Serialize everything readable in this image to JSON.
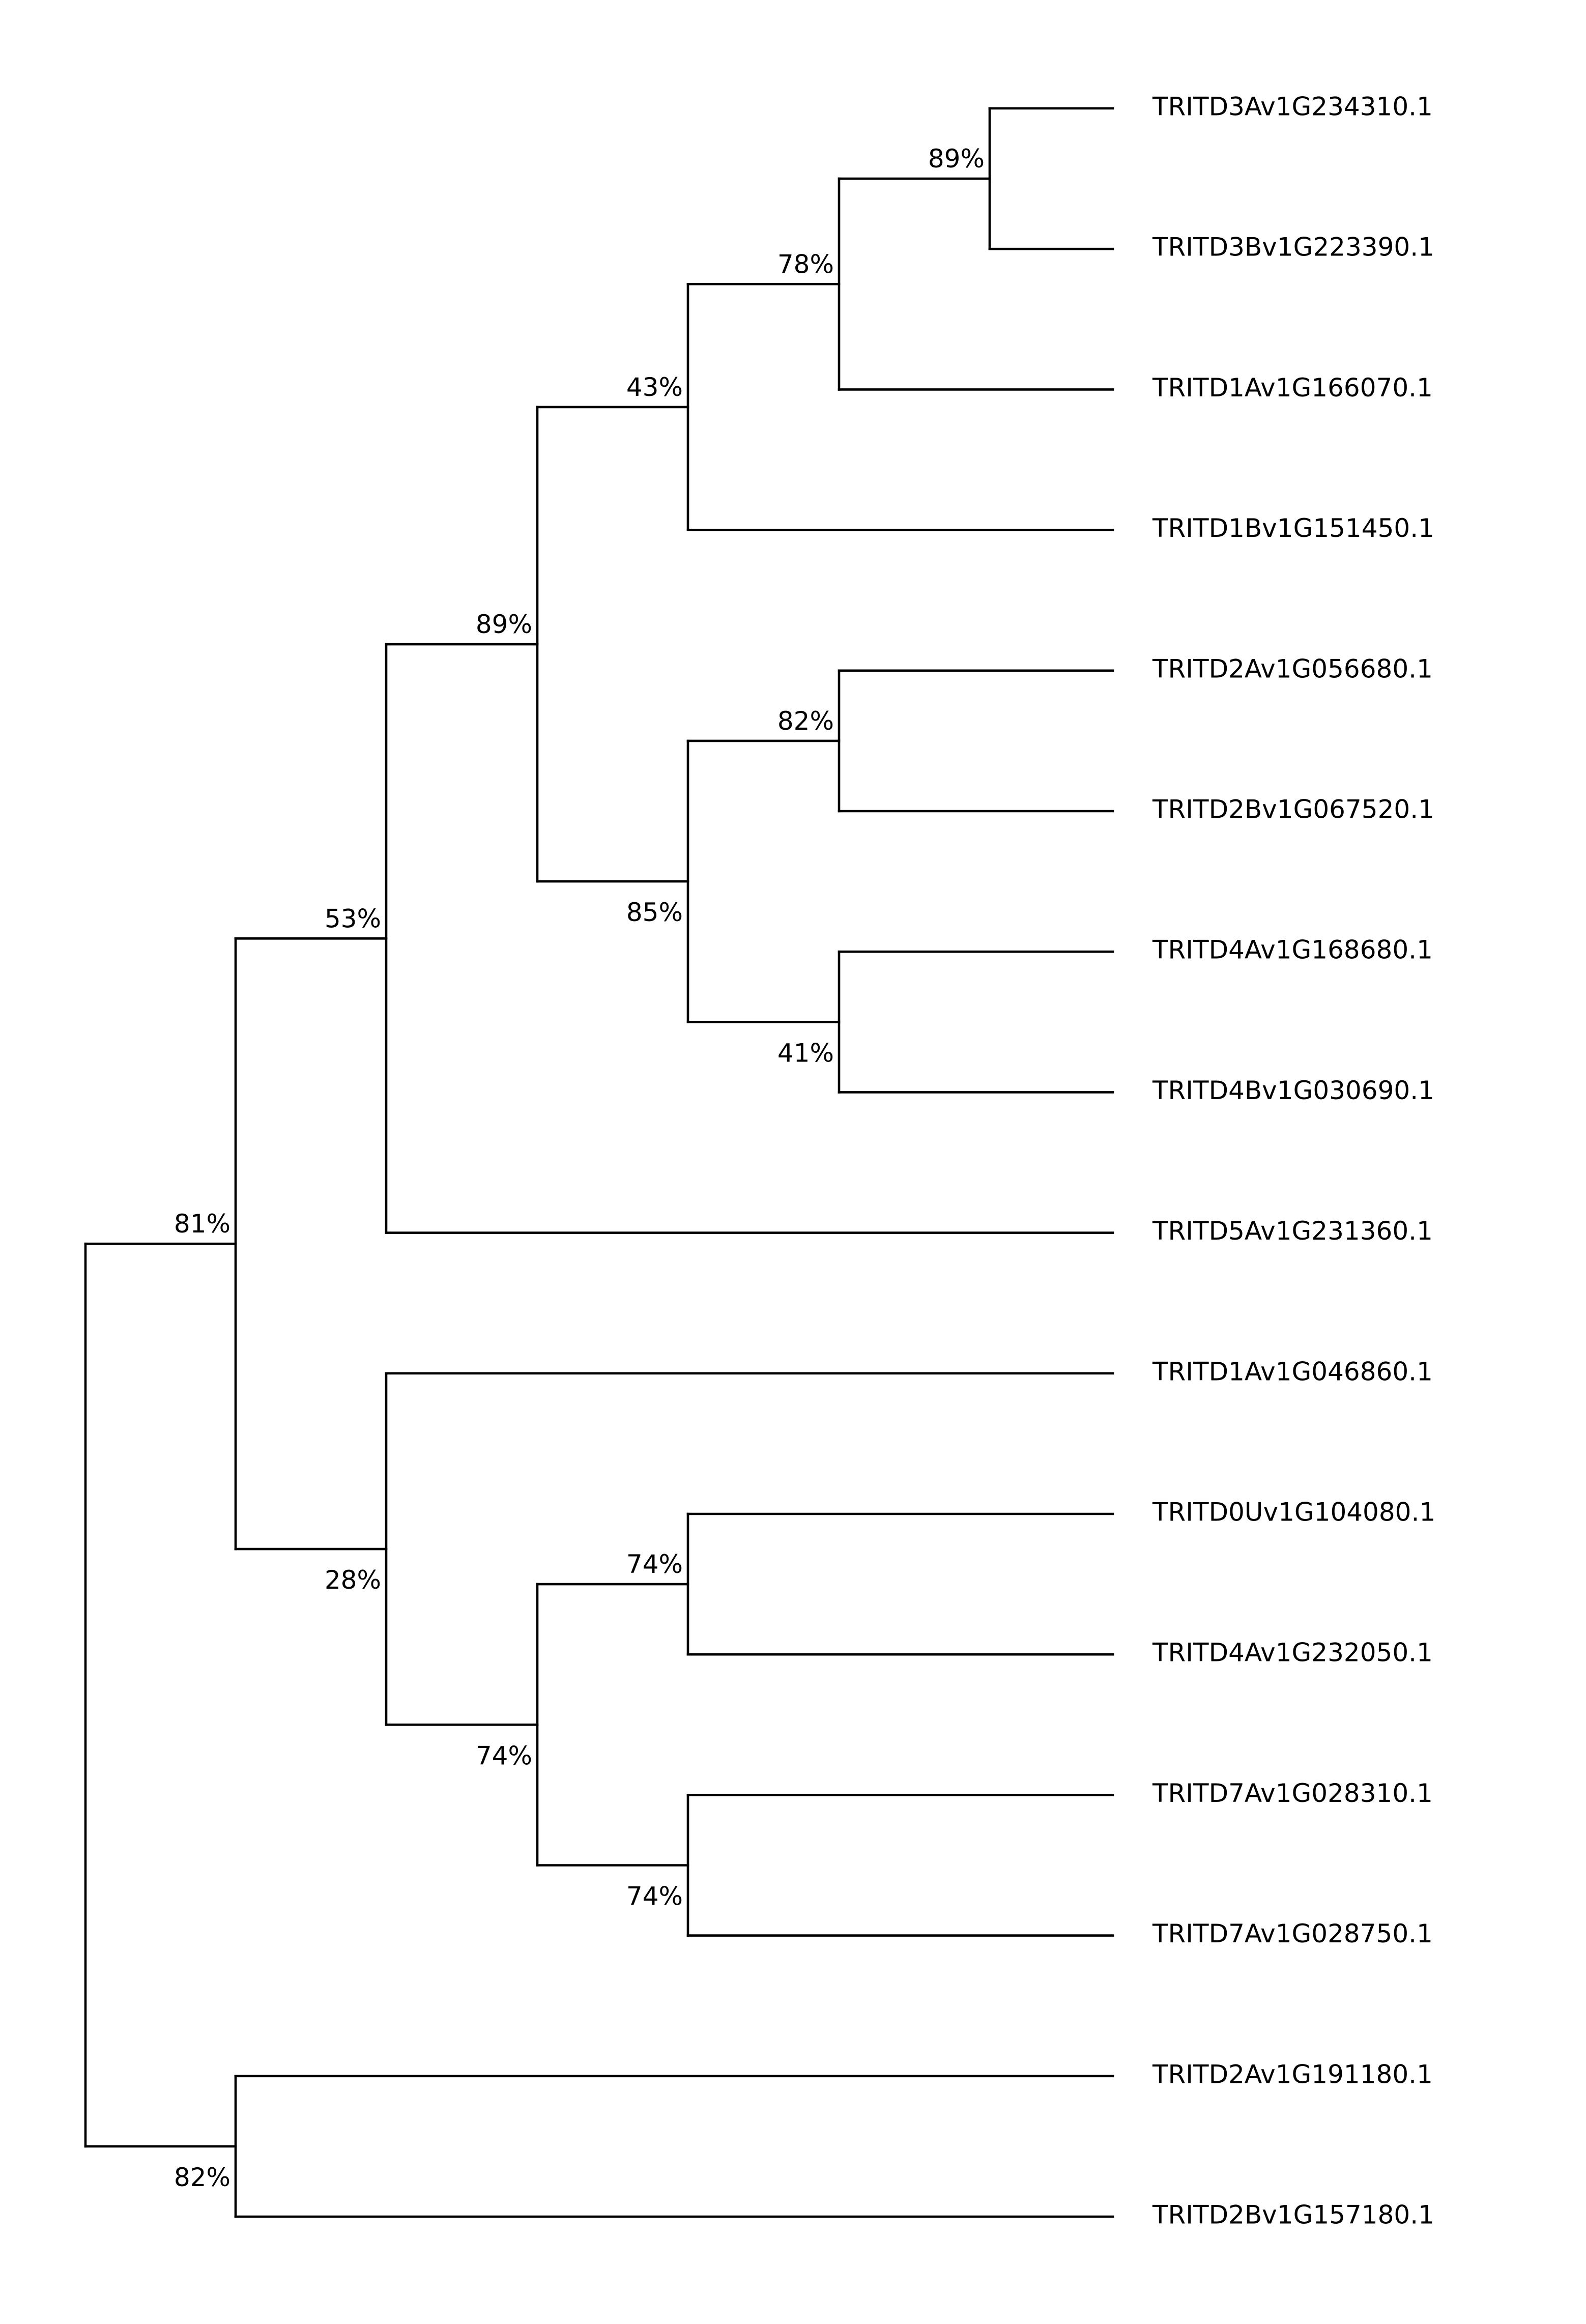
{
  "tree": {
    "leaves": [
      "TRITD3Av1G234310.1",
      "TRITD3Bv1G223390.1",
      "TRITD1Av1G166070.1",
      "TRITD1Bv1G151450.1",
      "TRITD2Av1G056680.1",
      "TRITD2Bv1G067520.1",
      "TRITD4Av1G168680.1",
      "TRITD4Bv1G030690.1",
      "TRITD5Av1G231360.1",
      "TRITD1Av1G046860.1",
      "TRITD0Uv1G104080.1",
      "TRITD4Av1G232050.1",
      "TRITD7Av1G028310.1",
      "TRITD7Av1G028750.1",
      "TRITD2Av1G191180.1",
      "TRITD2Bv1G157180.1"
    ],
    "nodes": [
      {
        "id": "n_a",
        "children": [
          "TRITD3Av1G234310.1",
          "TRITD3Bv1G223390.1"
        ],
        "support": "89%"
      },
      {
        "id": "n_b",
        "children": [
          "n_a",
          "TRITD1Av1G166070.1"
        ],
        "support": "78%"
      },
      {
        "id": "n_c",
        "children": [
          "n_b",
          "TRITD1Bv1G151450.1"
        ],
        "support": "43%"
      },
      {
        "id": "n_d",
        "children": [
          "TRITD2Av1G056680.1",
          "TRITD2Bv1G067520.1"
        ],
        "support": "82%"
      },
      {
        "id": "n_e",
        "children": [
          "TRITD4Av1G168680.1",
          "TRITD4Bv1G030690.1"
        ],
        "support": "41%"
      },
      {
        "id": "n_f",
        "children": [
          "n_d",
          "n_e"
        ],
        "support": "85%"
      },
      {
        "id": "n_g",
        "children": [
          "n_c",
          "n_f"
        ],
        "support": "89%"
      },
      {
        "id": "n_h",
        "children": [
          "n_g",
          "TRITD5Av1G231360.1"
        ],
        "support": "53%"
      },
      {
        "id": "n_i",
        "children": [
          "TRITD0Uv1G104080.1",
          "TRITD4Av1G232050.1"
        ],
        "support": "74%"
      },
      {
        "id": "n_j",
        "children": [
          "TRITD7Av1G028310.1",
          "TRITD7Av1G028750.1"
        ],
        "support": "74%"
      },
      {
        "id": "n_k",
        "children": [
          "n_i",
          "n_j"
        ],
        "support": "74%"
      },
      {
        "id": "n_l",
        "children": [
          "TRITD1Av1G046860.1",
          "n_k"
        ],
        "support": "28%"
      },
      {
        "id": "n_m",
        "children": [
          "n_h",
          "n_l"
        ],
        "support": "81%"
      },
      {
        "id": "n_n",
        "children": [
          "TRITD2Av1G191180.1",
          "TRITD2Bv1G157180.1"
        ],
        "support": "82%"
      },
      {
        "id": "root",
        "children": [
          "n_m",
          "n_n"
        ],
        "support": ""
      }
    ]
  }
}
